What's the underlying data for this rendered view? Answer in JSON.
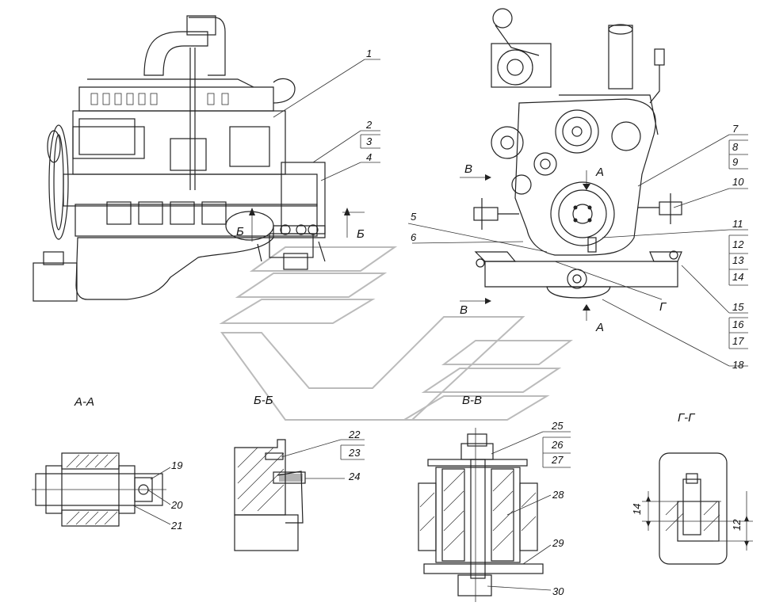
{
  "callouts": [
    "1",
    "2",
    "3",
    "4",
    "5",
    "6",
    "7",
    "8",
    "9",
    "10",
    "11",
    "12",
    "13",
    "14",
    "15",
    "16",
    "17",
    "18",
    "19",
    "20",
    "21",
    "22",
    "23",
    "24",
    "25",
    "26",
    "27",
    "28",
    "29",
    "30"
  ],
  "section_marks": {
    "a": "А",
    "b": "Б",
    "v": "В",
    "g": "Г"
  },
  "section_titles": {
    "aa": "А-А",
    "bb": "Б-Б",
    "vv": "В-В",
    "gg": "Г-Г"
  },
  "dimensions": {
    "d14": "14",
    "d12": "12"
  }
}
